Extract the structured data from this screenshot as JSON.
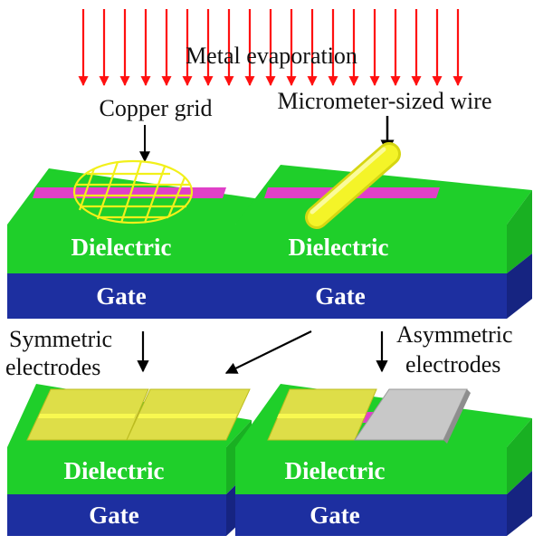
{
  "title": "Metal evaporation",
  "labels": {
    "copper_grid": "Copper grid",
    "wire": "Micrometer-sized wire",
    "symmetric_1": "Symmetric",
    "symmetric_2": "electrodes",
    "asymmetric_1": "Asymmetric",
    "asymmetric_2": "electrodes"
  },
  "blocks": {
    "dielectric": "Dielectric",
    "gate": "Gate"
  },
  "colors": {
    "evaporation_arrows": "#ff1010",
    "dielectric": "#1fcf2a",
    "dielectric_side": "#19b022",
    "gate": "#1d2fa0",
    "gate_side": "#162481",
    "channel": "#e040c8",
    "grid": "#f2f01a",
    "wire": "#ecec22",
    "gold_electrode": "#dede48",
    "silver_electrode": "#c8c8c8"
  }
}
